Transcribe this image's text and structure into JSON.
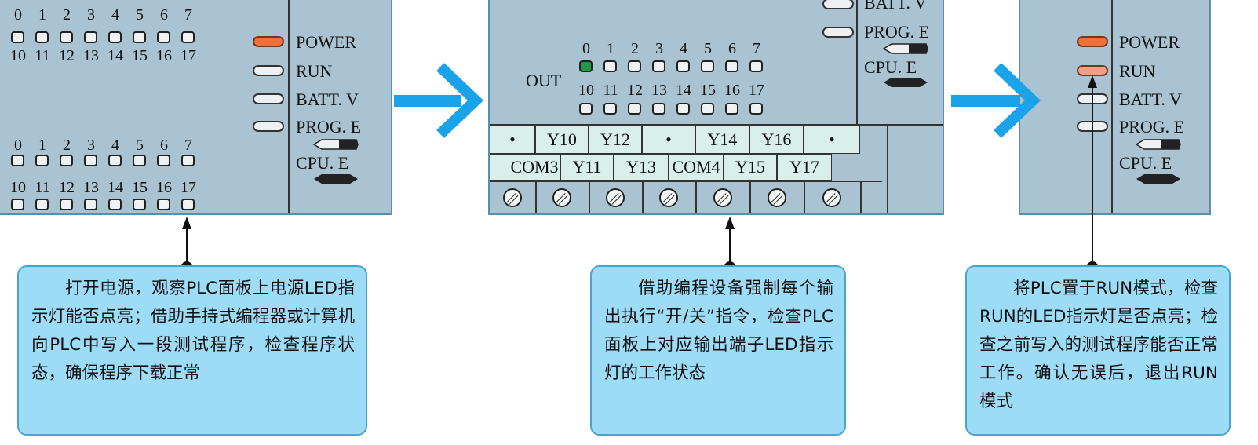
{
  "panel1": {
    "in_top_numbers": [
      "0",
      "1",
      "2",
      "3",
      "4",
      "5",
      "6",
      "7"
    ],
    "in_mid_numbers": [
      "10",
      "11",
      "12",
      "13",
      "14",
      "15",
      "16",
      "17"
    ],
    "out_top_numbers": [
      "0",
      "1",
      "2",
      "3",
      "4",
      "5",
      "6",
      "7"
    ],
    "out_bottom_numbers": [
      "10",
      "11",
      "12",
      "13",
      "14",
      "15",
      "16",
      "17"
    ],
    "status": {
      "power": "POWER",
      "run": "RUN",
      "batt": "BATT. V",
      "prog": "PROG. E",
      "cpu": "CPU. E"
    }
  },
  "panel2": {
    "out_label": "OUT",
    "top_numbers": [
      "0",
      "1",
      "2",
      "3",
      "4",
      "5",
      "6",
      "7"
    ],
    "bottom_numbers": [
      "10",
      "11",
      "12",
      "13",
      "14",
      "15",
      "16",
      "17"
    ],
    "status": {
      "batt": "BATT. V",
      "prog": "PROG. E",
      "cpu": "CPU. E"
    },
    "terminal_row1": [
      "•",
      "Y10",
      "Y12",
      "•",
      "Y14",
      "Y16",
      "•"
    ],
    "terminal_row2": [
      "COM3",
      "Y11",
      "Y13",
      "COM4",
      "Y15",
      "Y17"
    ]
  },
  "panel3": {
    "status": {
      "power": "POWER",
      "run": "RUN",
      "batt": "BATT. V",
      "prog": "PROG. E",
      "cpu": "CPU. E"
    }
  },
  "callouts": {
    "step1": "打开电源，观察PLC面板上电源LED指示灯能否点亮；借助手持式编程器或计算机向PLC中写入一段测试程序，检查程序状态，确保程序下载正常",
    "step2": "借助编程设备强制每个输出执行“开/关”指令，检查PLC面板上对应输出端子LED指示灯的工作状态",
    "step3": "将PLC置于RUN模式，检查RUN的LED指示灯是否点亮；检查之前写入的测试程序能否正常工作。确认无误后，退出RUN模式"
  },
  "colors": {
    "panel_bg": "#a9c3d2",
    "panel_border": "#5b8ea8",
    "callout_bg": "#9ddcf7",
    "arrow": "#1aa3e8",
    "power_led": "#f0703a",
    "run_led": "#f29f85",
    "output_led_on": "#1c9a49",
    "terminal_bg": "#d9efec"
  }
}
